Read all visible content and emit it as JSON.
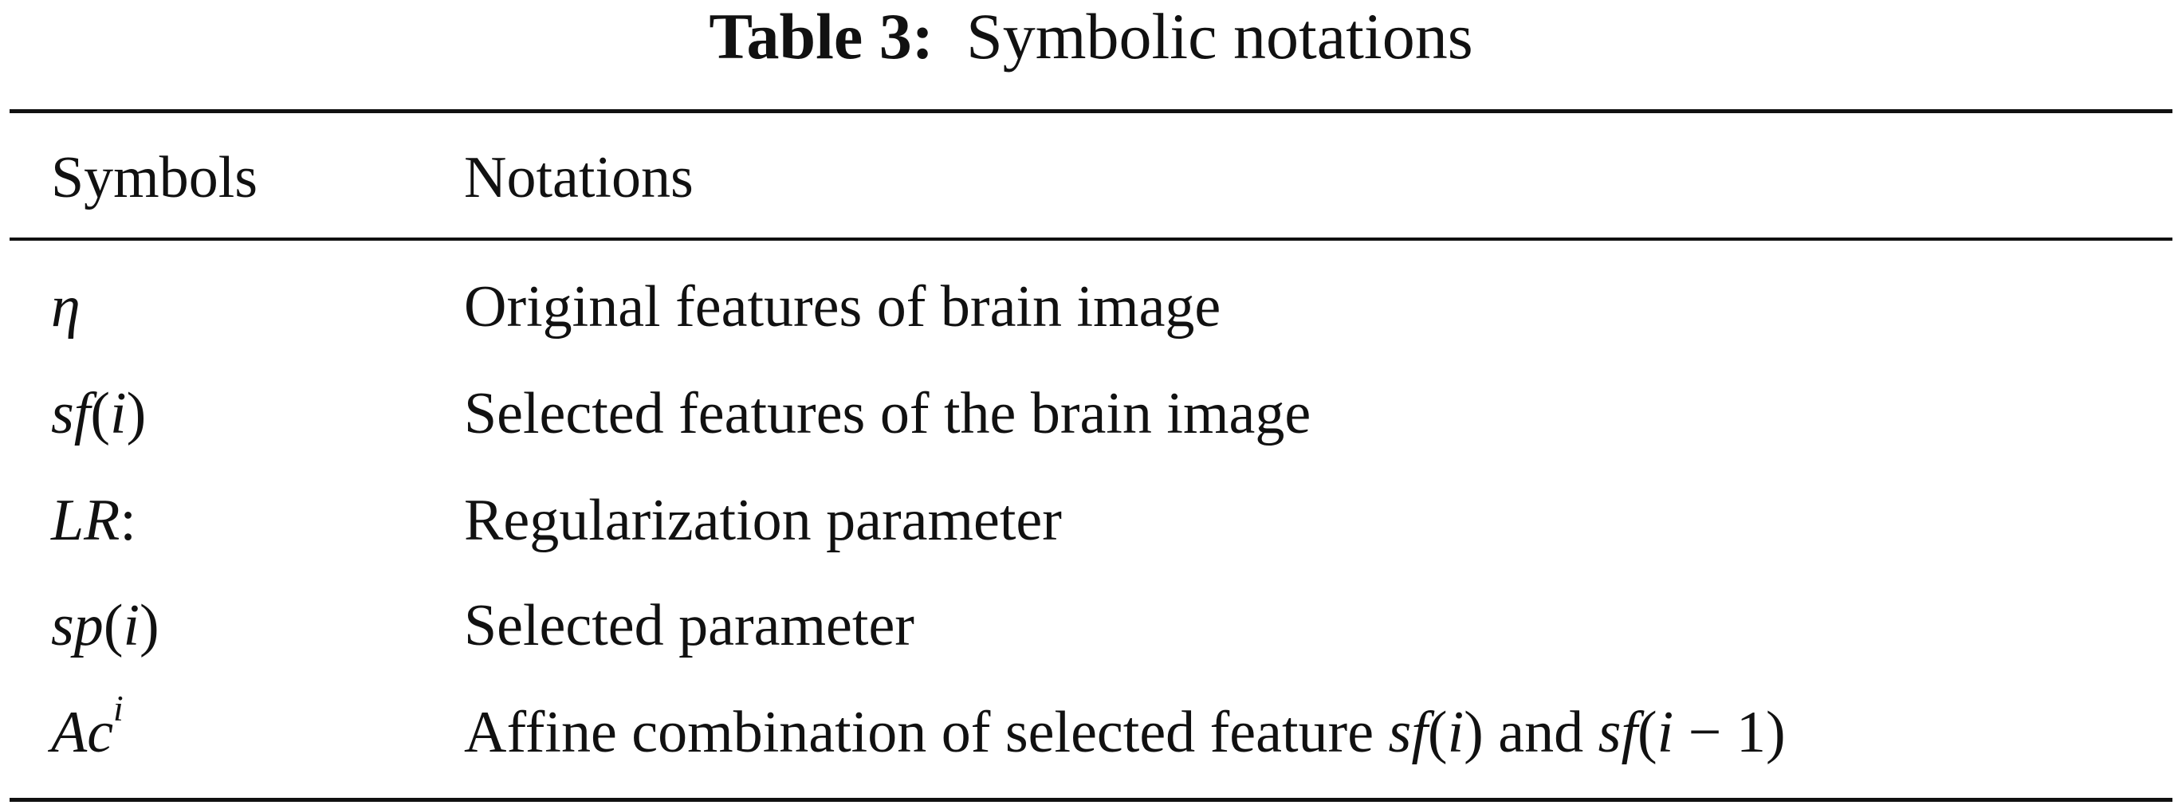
{
  "table": {
    "caption_label": "Table 3:",
    "caption_text": "Symbolic notations",
    "headers": [
      "Symbols",
      "Notations"
    ],
    "rows": [
      {
        "symbol": {
          "italic": "η",
          "rest": ""
        },
        "notation": {
          "text": "Original features of brain image"
        }
      },
      {
        "symbol": {
          "italic": "sf",
          "open": "(",
          "arg": "i",
          "close": ")"
        },
        "notation": {
          "text": "Selected features of the brain image"
        }
      },
      {
        "symbol": {
          "italic": "LR",
          "rest": ":"
        },
        "notation": {
          "text": "Regularization parameter"
        }
      },
      {
        "symbol": {
          "italic": "sp",
          "open": "(",
          "arg": "i",
          "close": ")"
        },
        "notation": {
          "text": "Selected parameter"
        }
      },
      {
        "symbol": {
          "italic": "Ac",
          "sup": "i"
        },
        "notation": {
          "pre": "Affine combination of selected feature ",
          "f1": "sf",
          "f1_open": "(",
          "f1_arg": "i",
          "f1_close": ")",
          "mid": " and ",
          "f2": "sf",
          "f2_open": "(",
          "f2_arg": "i",
          "f2_op": " − ",
          "f2_num": "1",
          "f2_close": ")"
        }
      }
    ]
  }
}
